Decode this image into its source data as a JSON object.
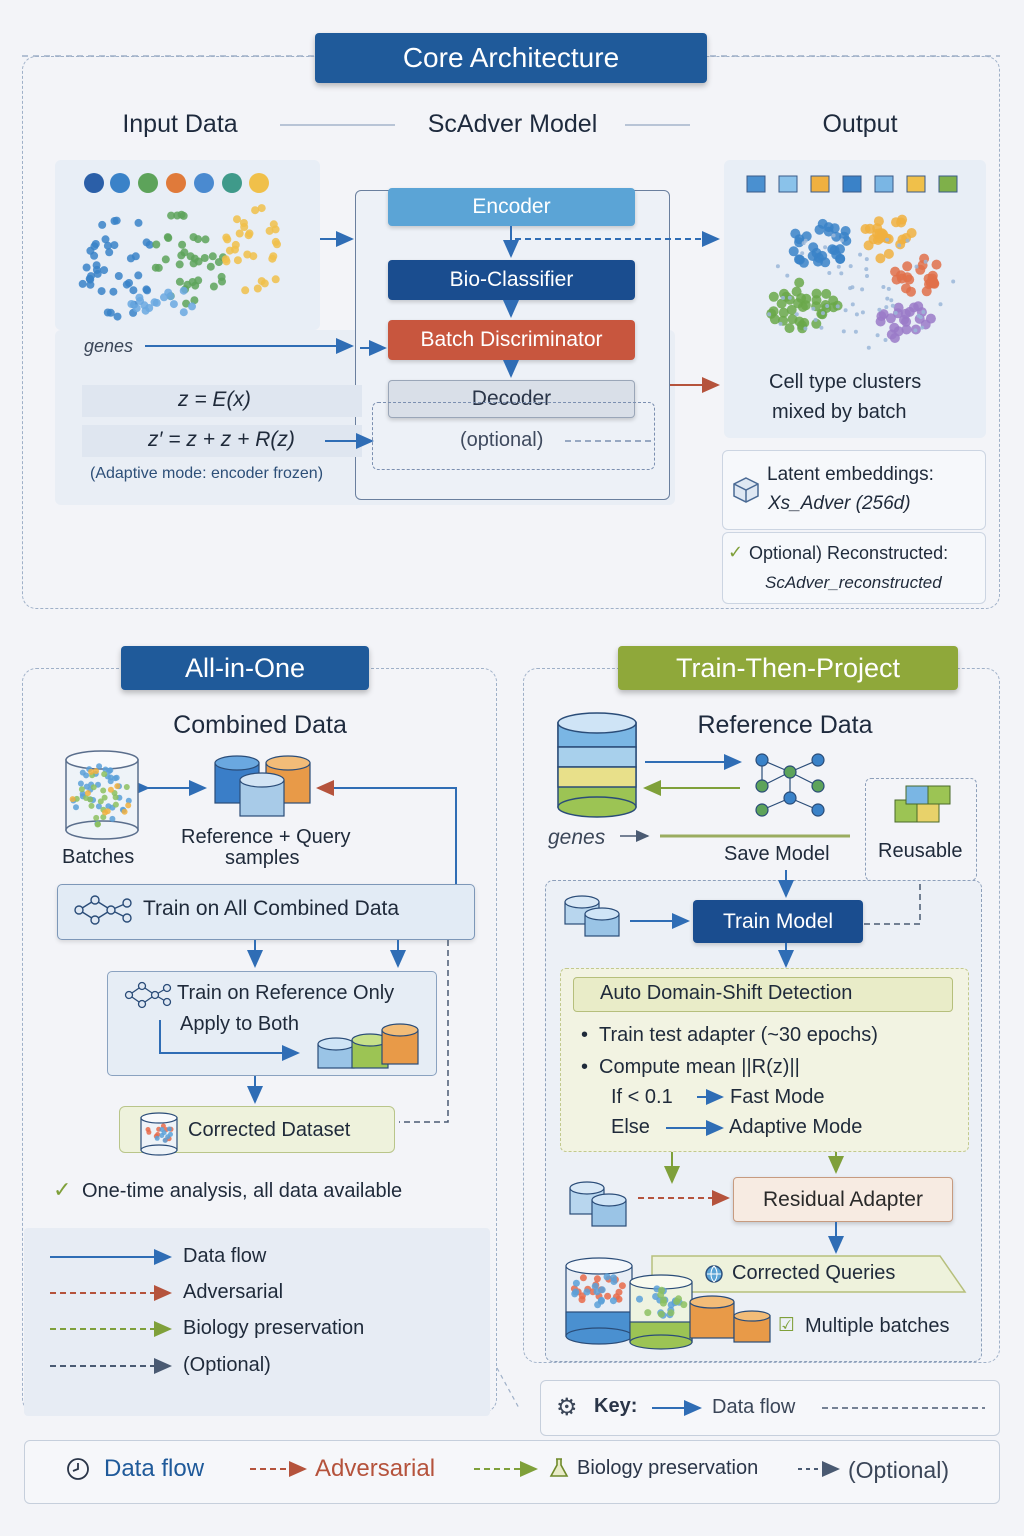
{
  "core": {
    "title": "Core Architecture",
    "input_heading": "Input Data",
    "model_heading": "ScAdver Model",
    "output_heading": "Output",
    "genes_label": "genes",
    "eq1": "z = E(x)",
    "eq2": "z′ = z + z + R(z)",
    "adaptive_note": "(Adaptive mode: encoder frozen)",
    "encoder": "Encoder",
    "bio_classifier": "Bio-Classifier",
    "batch_discriminator": "Batch Discriminator",
    "decoder": "Decoder",
    "optional": "(optional)",
    "clusters_line1": "Cell type clusters",
    "clusters_line2": "mixed by batch",
    "latent_title": "Latent embeddings:",
    "latent_value": "Xs_Adver (256d)",
    "recon_title": "Optional) Reconstructed:",
    "recon_value": "ScAdver_reconstructed"
  },
  "allinone": {
    "title": "All-in-One",
    "heading": "Combined Data",
    "batches": "Batches",
    "ref_query_line1": "Reference + Query",
    "ref_query_line2": "samples",
    "train_all": "Train on All Combined Data",
    "train_ref_line1": "Train on Reference Only",
    "train_ref_line2": "Apply to Both",
    "corrected": "Corrected Dataset",
    "note": "One-time analysis, all data available",
    "legend": [
      "Data flow",
      "Adversarial",
      "Biology preservation",
      "(Optional)"
    ]
  },
  "ttp": {
    "title": "Train-Then-Project",
    "heading": "Reference Data",
    "genes": "genes",
    "save_model": "Save Model",
    "reusable": "Reusable",
    "train_model": "Train Model",
    "auto_title": "Auto Domain-Shift Detection",
    "bullet1": "Train test adapter (~30 epochs)",
    "bullet2": "Compute mean ||R(z)||",
    "if_text": "If < 0.1",
    "fast_mode": "Fast Mode",
    "else_text": "Else",
    "adaptive_mode": "Adaptive Mode",
    "residual_adapter": "Residual Adapter",
    "corrected_queries": "Corrected Queries",
    "multiple_batches": "Multiple batches"
  },
  "key": {
    "label": "Key:",
    "data_flow": "Data flow"
  },
  "footer": {
    "data_flow": "Data flow",
    "adversarial": "Adversarial",
    "biology": "Biology preservation",
    "optional": "(Optional)"
  },
  "colors": {
    "navy": "#1f5a9a",
    "dark_blue": "#1a4d8f",
    "light_blue": "#5ba4d6",
    "red": "#c8563e",
    "olive": "#8fa83a",
    "data_flow": "#2f6db5",
    "adversarial": "#b5533c",
    "biology": "#7fa03a"
  }
}
